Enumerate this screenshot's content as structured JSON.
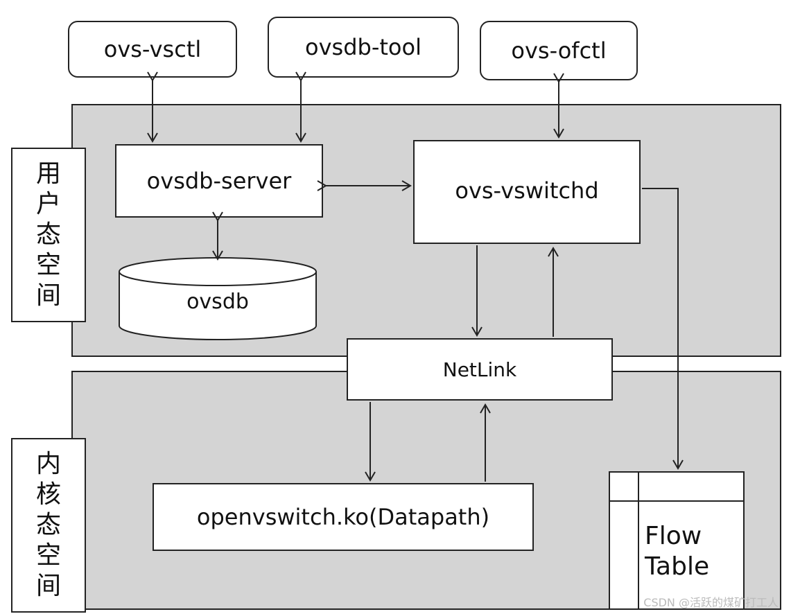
{
  "tools": {
    "vsctl": "ovs-vsctl",
    "dbtool": "ovsdb-tool",
    "ofctl": "ovs-ofctl"
  },
  "user_space": {
    "label_chars": [
      "用",
      "户",
      "态",
      "空",
      "间"
    ],
    "ovsdb_server": "ovsdb-server",
    "ovs_vswitchd": "ovs-vswitchd",
    "ovsdb": "ovsdb"
  },
  "netlink": "NetLink",
  "kernel_space": {
    "label_chars": [
      "内",
      "核",
      "态",
      "空",
      "间"
    ],
    "datapath": "openvswitch.ko(Datapath)"
  },
  "flow_table": {
    "line1": "Flow",
    "line2": "Table"
  },
  "watermark": "CSDN @活跃的煤矿打工人"
}
